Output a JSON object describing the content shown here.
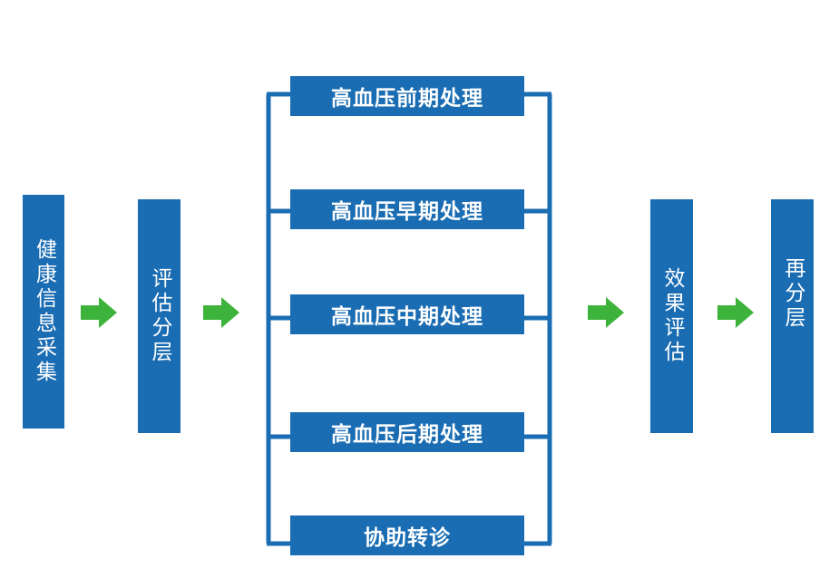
{
  "stages": {
    "collect": "健康信息采集",
    "stratify": "评估分层",
    "evaluate": "效果评估",
    "restratify": "再分层"
  },
  "treatments": [
    "高血压前期处理",
    "高血压早期处理",
    "高血压中期处理",
    "高血压后期处理",
    "协助转诊"
  ],
  "colors": {
    "box": "#1a6db3",
    "arrow": "#3db33b",
    "text": "#ffffff",
    "background": "#ffffff"
  },
  "icons": {
    "flow_arrow": "right-arrow-icon"
  }
}
